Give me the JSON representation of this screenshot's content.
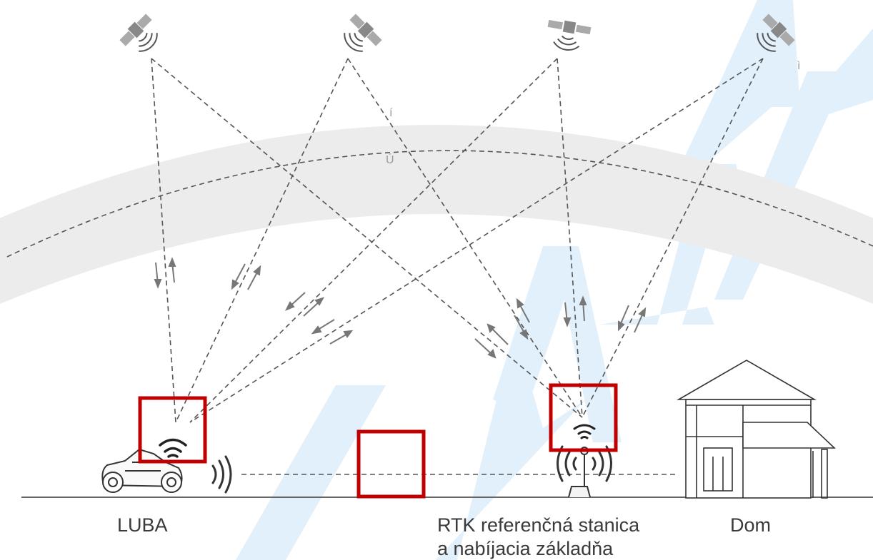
{
  "captions": {
    "luba": "LUBA",
    "rtk_line1": "RTK referenčná stanica",
    "rtk_line2": "a nabíjacia základňa",
    "house": "Dom"
  },
  "stray_marks": {
    "mark_1": "í",
    "mark_2": "Ú",
    "mark_3": "ì"
  },
  "watermark": "BLAKA",
  "colors": {
    "watermark": "#e2f0fb",
    "ionosphere_band": "#ececec",
    "highlight_box": "#c00000",
    "lines": "#555555",
    "arrows": "#777777"
  }
}
